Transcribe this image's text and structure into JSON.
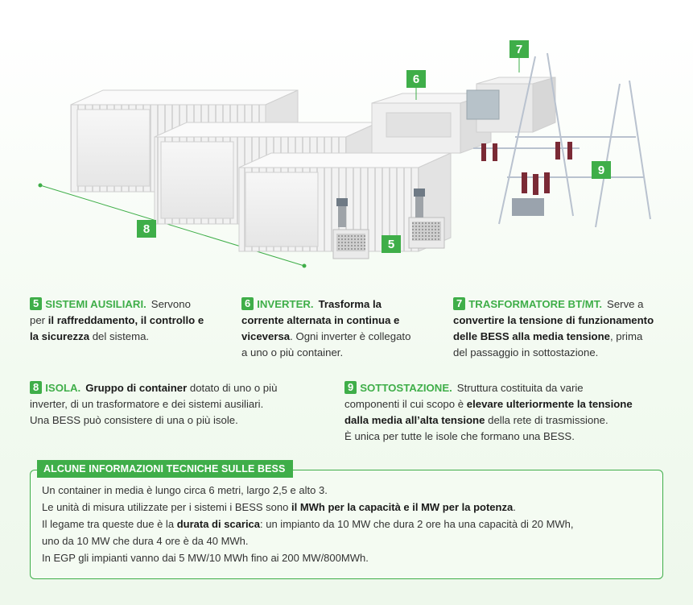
{
  "callouts": {
    "n5": "5",
    "n6": "6",
    "n7": "7",
    "n8": "8",
    "n9": "9"
  },
  "sections": {
    "s5": {
      "num": "5",
      "title": "SISTEMI AUSILIARI.",
      "t1": "Servono",
      "t2": "per",
      "b1": "il raffreddamento, il controllo e",
      "b2": "la sicurezza",
      "t3": "del sistema."
    },
    "s6": {
      "num": "6",
      "title": "INVERTER.",
      "b1": "Trasforma la",
      "b2": "corrente alternata in continua e",
      "b3": "viceversa",
      "t1": ". Ogni inverter è collegato",
      "t2": "a uno o più container."
    },
    "s7": {
      "num": "7",
      "title": "TRASFORMATORE BT/MT.",
      "t1": "Serve a",
      "b1": "convertire la tensione di funzionamento",
      "b2": "delle BESS alla media tensione",
      "t2": ", prima",
      "t3": "del passaggio in sottostazione."
    },
    "s8": {
      "num": "8",
      "title": "ISOLA.",
      "b1": "Gruppo di container",
      "t1": "dotato di uno o più",
      "t2": "inverter, di un trasformatore e dei sistemi ausiliari.",
      "t3": "Una BESS può consistere di una o più isole."
    },
    "s9": {
      "num": "9",
      "title": "SOTTOSTAZIONE.",
      "t1": "Struttura costituita da varie",
      "t2": "componenti il cui scopo è",
      "b1": "elevare ulteriormente la tensione",
      "b2": "dalla media all’alta tensione",
      "t3": "della rete di trasmissione.",
      "t4": "È unica per tutte le isole che formano una BESS."
    }
  },
  "info": {
    "title": "ALCUNE INFORMAZIONI TECNICHE SULLE BESS",
    "l1": "Un container in media è lungo circa 6 metri, largo 2,5 e alto 3.",
    "l2a": "Le unità di misura utilizzate per i sistemi i BESS sono",
    "l2b": "il MWh per la capacità e il MW per la potenza",
    "l2c": ".",
    "l3a": "Il legame tra queste due è la",
    "l3b": "durata di scarica",
    "l3c": ": un impianto da 10 MW che dura 2 ore ha una capacità di 20 MWh,",
    "l4": "uno da 10 MW che dura 4 ore è da 40 MWh.",
    "l5": "In EGP gli impianti vanno dai 5 MW/10 MWh fino ai 200 MW/800MWh."
  },
  "colors": {
    "accent": "#3fae49",
    "container": "#f4f4f4",
    "container_shade": "#dcdcdc"
  }
}
